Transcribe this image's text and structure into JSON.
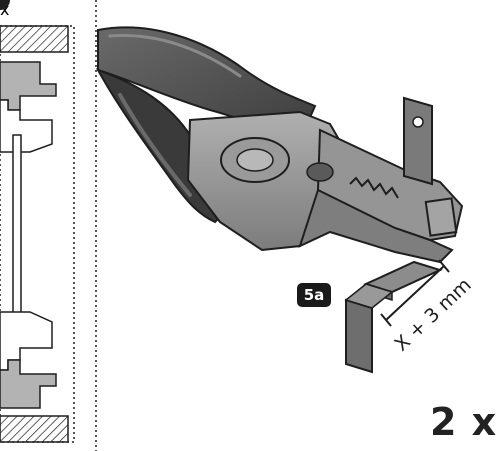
{
  "step_badge": "5a",
  "quantity": "2 x",
  "measurement_label": "X + 3 mm",
  "detail_label": "x",
  "colors": {
    "tool_handle": "#4e4e4e",
    "tool_handle_dark": "#353535",
    "tool_metal": "#8d8d8d",
    "tool_metal_light": "#a9a9a9",
    "bracket": "#7a7a7a",
    "frame_gray": "#b3b3b3",
    "badge": "#1a1a1a",
    "outline": "#1e1e1e"
  },
  "icons": {
    "main": "pliers-icon",
    "part": "angle-bracket-icon",
    "tool": "tape-measure-icon"
  }
}
